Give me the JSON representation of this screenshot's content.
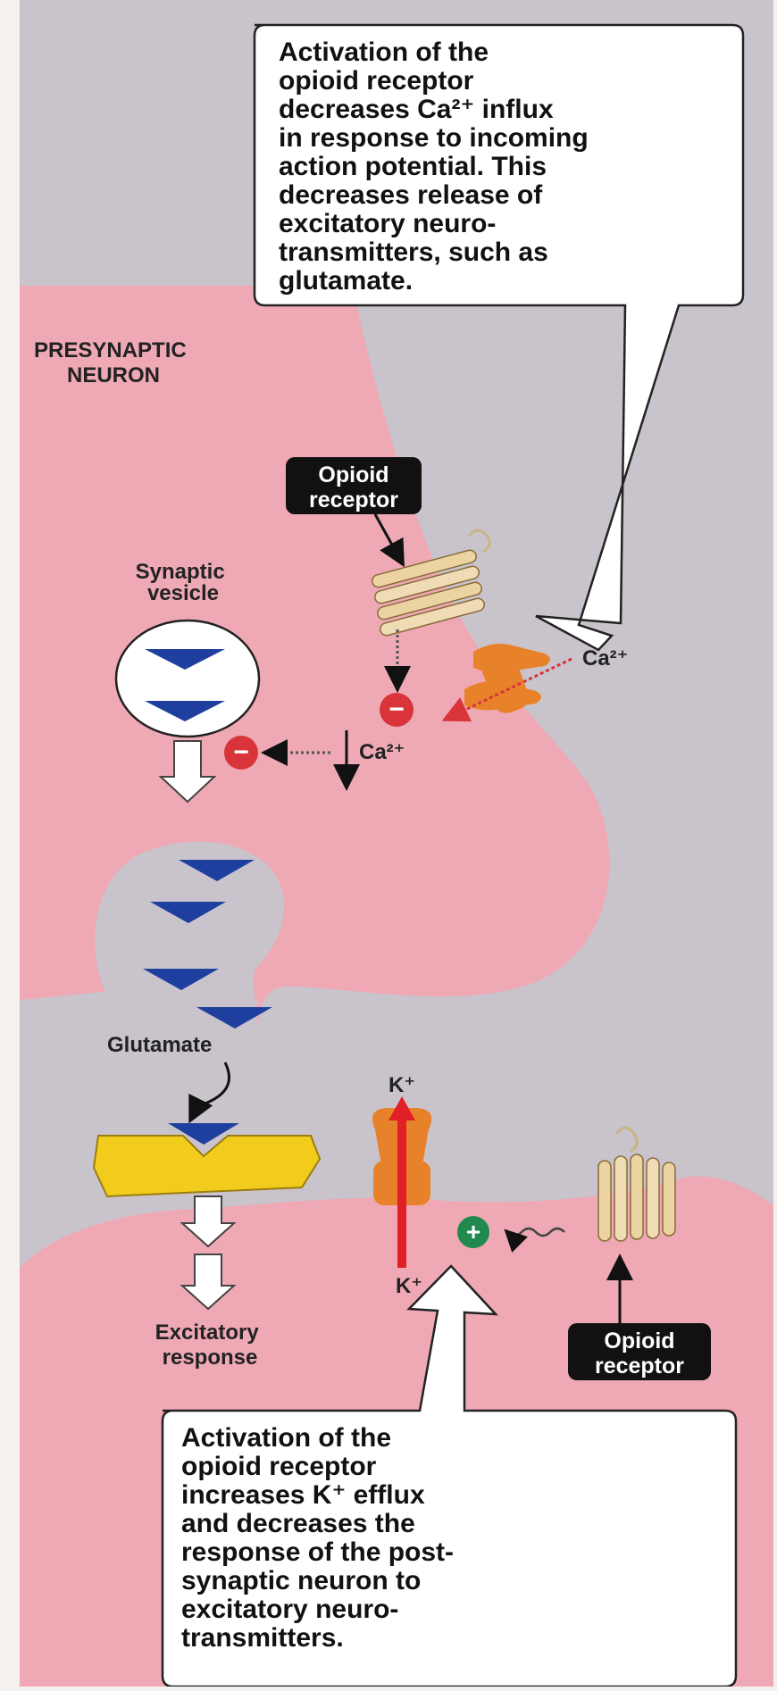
{
  "top_callout": {
    "lines": [
      "Activation of the",
      "opioid receptor",
      "decreases Ca²⁺ influx",
      "in response to incoming",
      "action potential. This",
      "decreases release of",
      "excitatory neuro-",
      "transmitters, such as",
      "glutamate."
    ]
  },
  "labels": {
    "presynaptic_line1": "PRESYNAPTIC",
    "presynaptic_line2": "NEURON",
    "opioid_receptor_top_line1": "Opioid",
    "opioid_receptor_top_line2": "receptor",
    "synaptic_vesicle_line1": "Synaptic",
    "synaptic_vesicle_line2": "vesicle",
    "ca_outside": "Ca²⁺",
    "ca_inside": "Ca²⁺",
    "glutamate": "Glutamate",
    "k_top": "K⁺",
    "k_bottom": "K⁺",
    "opioid_receptor_bottom_line1": "Opioid",
    "opioid_receptor_bottom_line2": "receptor",
    "excitatory_line1": "Excitatory",
    "excitatory_line2": "response",
    "minus_sign": "−",
    "plus_sign": "+"
  },
  "bottom_callout": {
    "lines": [
      "Activation of the",
      "opioid receptor",
      "increases K⁺ efflux",
      "and decreases the",
      "response of the post-",
      "synaptic neuron to",
      "excitatory neuro-",
      "transmitters."
    ]
  },
  "colors": {
    "cleft_gray": "#c9c4cc",
    "neuron_pink": "#eea9b5",
    "glutamate_blue": "#1f3f9e",
    "inhibit_red": "#d8343a",
    "excite_green": "#1f8a4c",
    "channel_orange": "#e8822a",
    "receptor_yellow": "#f2cc1c",
    "receptor_beige": "#ecd3a2"
  }
}
